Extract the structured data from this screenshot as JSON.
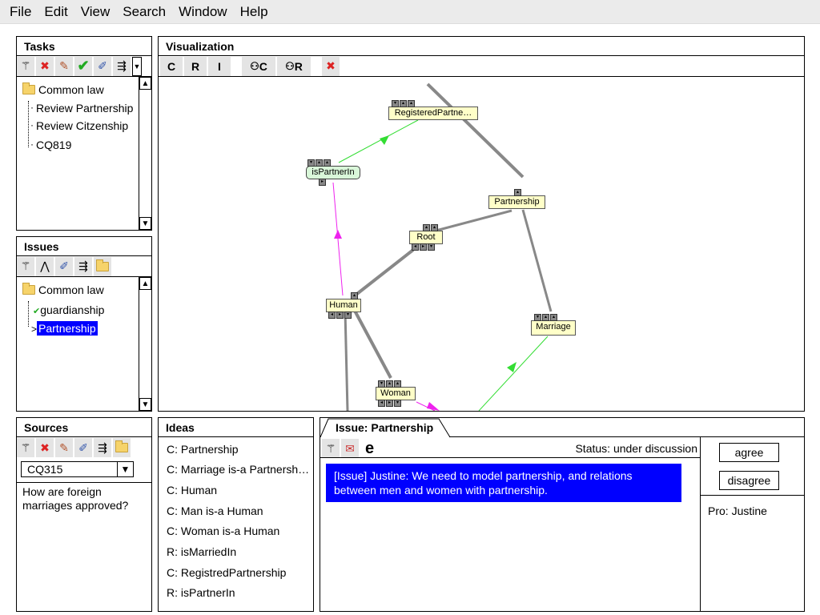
{
  "menu": [
    "File",
    "Edit",
    "View",
    "Search",
    "Window",
    "Help"
  ],
  "tasks": {
    "title": "Tasks",
    "root": "Common law",
    "items": [
      "Review Partnership",
      "Review Citzenship",
      "CQ819"
    ]
  },
  "issues": {
    "title": "Issues",
    "root": "Common law",
    "items": [
      "guardianship",
      "Partnership"
    ]
  },
  "visualization": {
    "title": "Visualization",
    "toolbar": [
      "C",
      "R",
      "I",
      "C",
      "R"
    ],
    "nodes": {
      "registered": "RegisteredPartne…",
      "ispartnerin": "isPartnerIn",
      "partnership": "Partnership",
      "root": "Root",
      "human": "Human",
      "marriage": "Marriage",
      "woman": "Woman"
    }
  },
  "sources": {
    "title": "Sources",
    "selected": "CQ315",
    "question": "How are foreign marriages approved?"
  },
  "ideas": {
    "title": "Ideas",
    "items": [
      "C: Partnership",
      "C: Marriage is-a Partnersh…",
      "C: Human",
      "C: Man is-a Human",
      "C: Woman is-a Human",
      "R: isMarriedIn",
      "C: RegistredPartnership",
      "R: isPartnerIn"
    ]
  },
  "issue": {
    "tab": "Issue: Partnership",
    "status": "Status: under discussion",
    "text": "[Issue] Justine: We need to model partnership, and relations between men and women with partnership.",
    "agree": "agree",
    "disagree": "disagree",
    "pro": "Pro: Justine",
    "e_label": "e"
  },
  "colors": {
    "selection": "#0000ff",
    "node_fill": "#ffffc8",
    "relation_green": "#33dd33",
    "relation_magenta": "#ee22ee",
    "delete_red": "#dd2222"
  }
}
